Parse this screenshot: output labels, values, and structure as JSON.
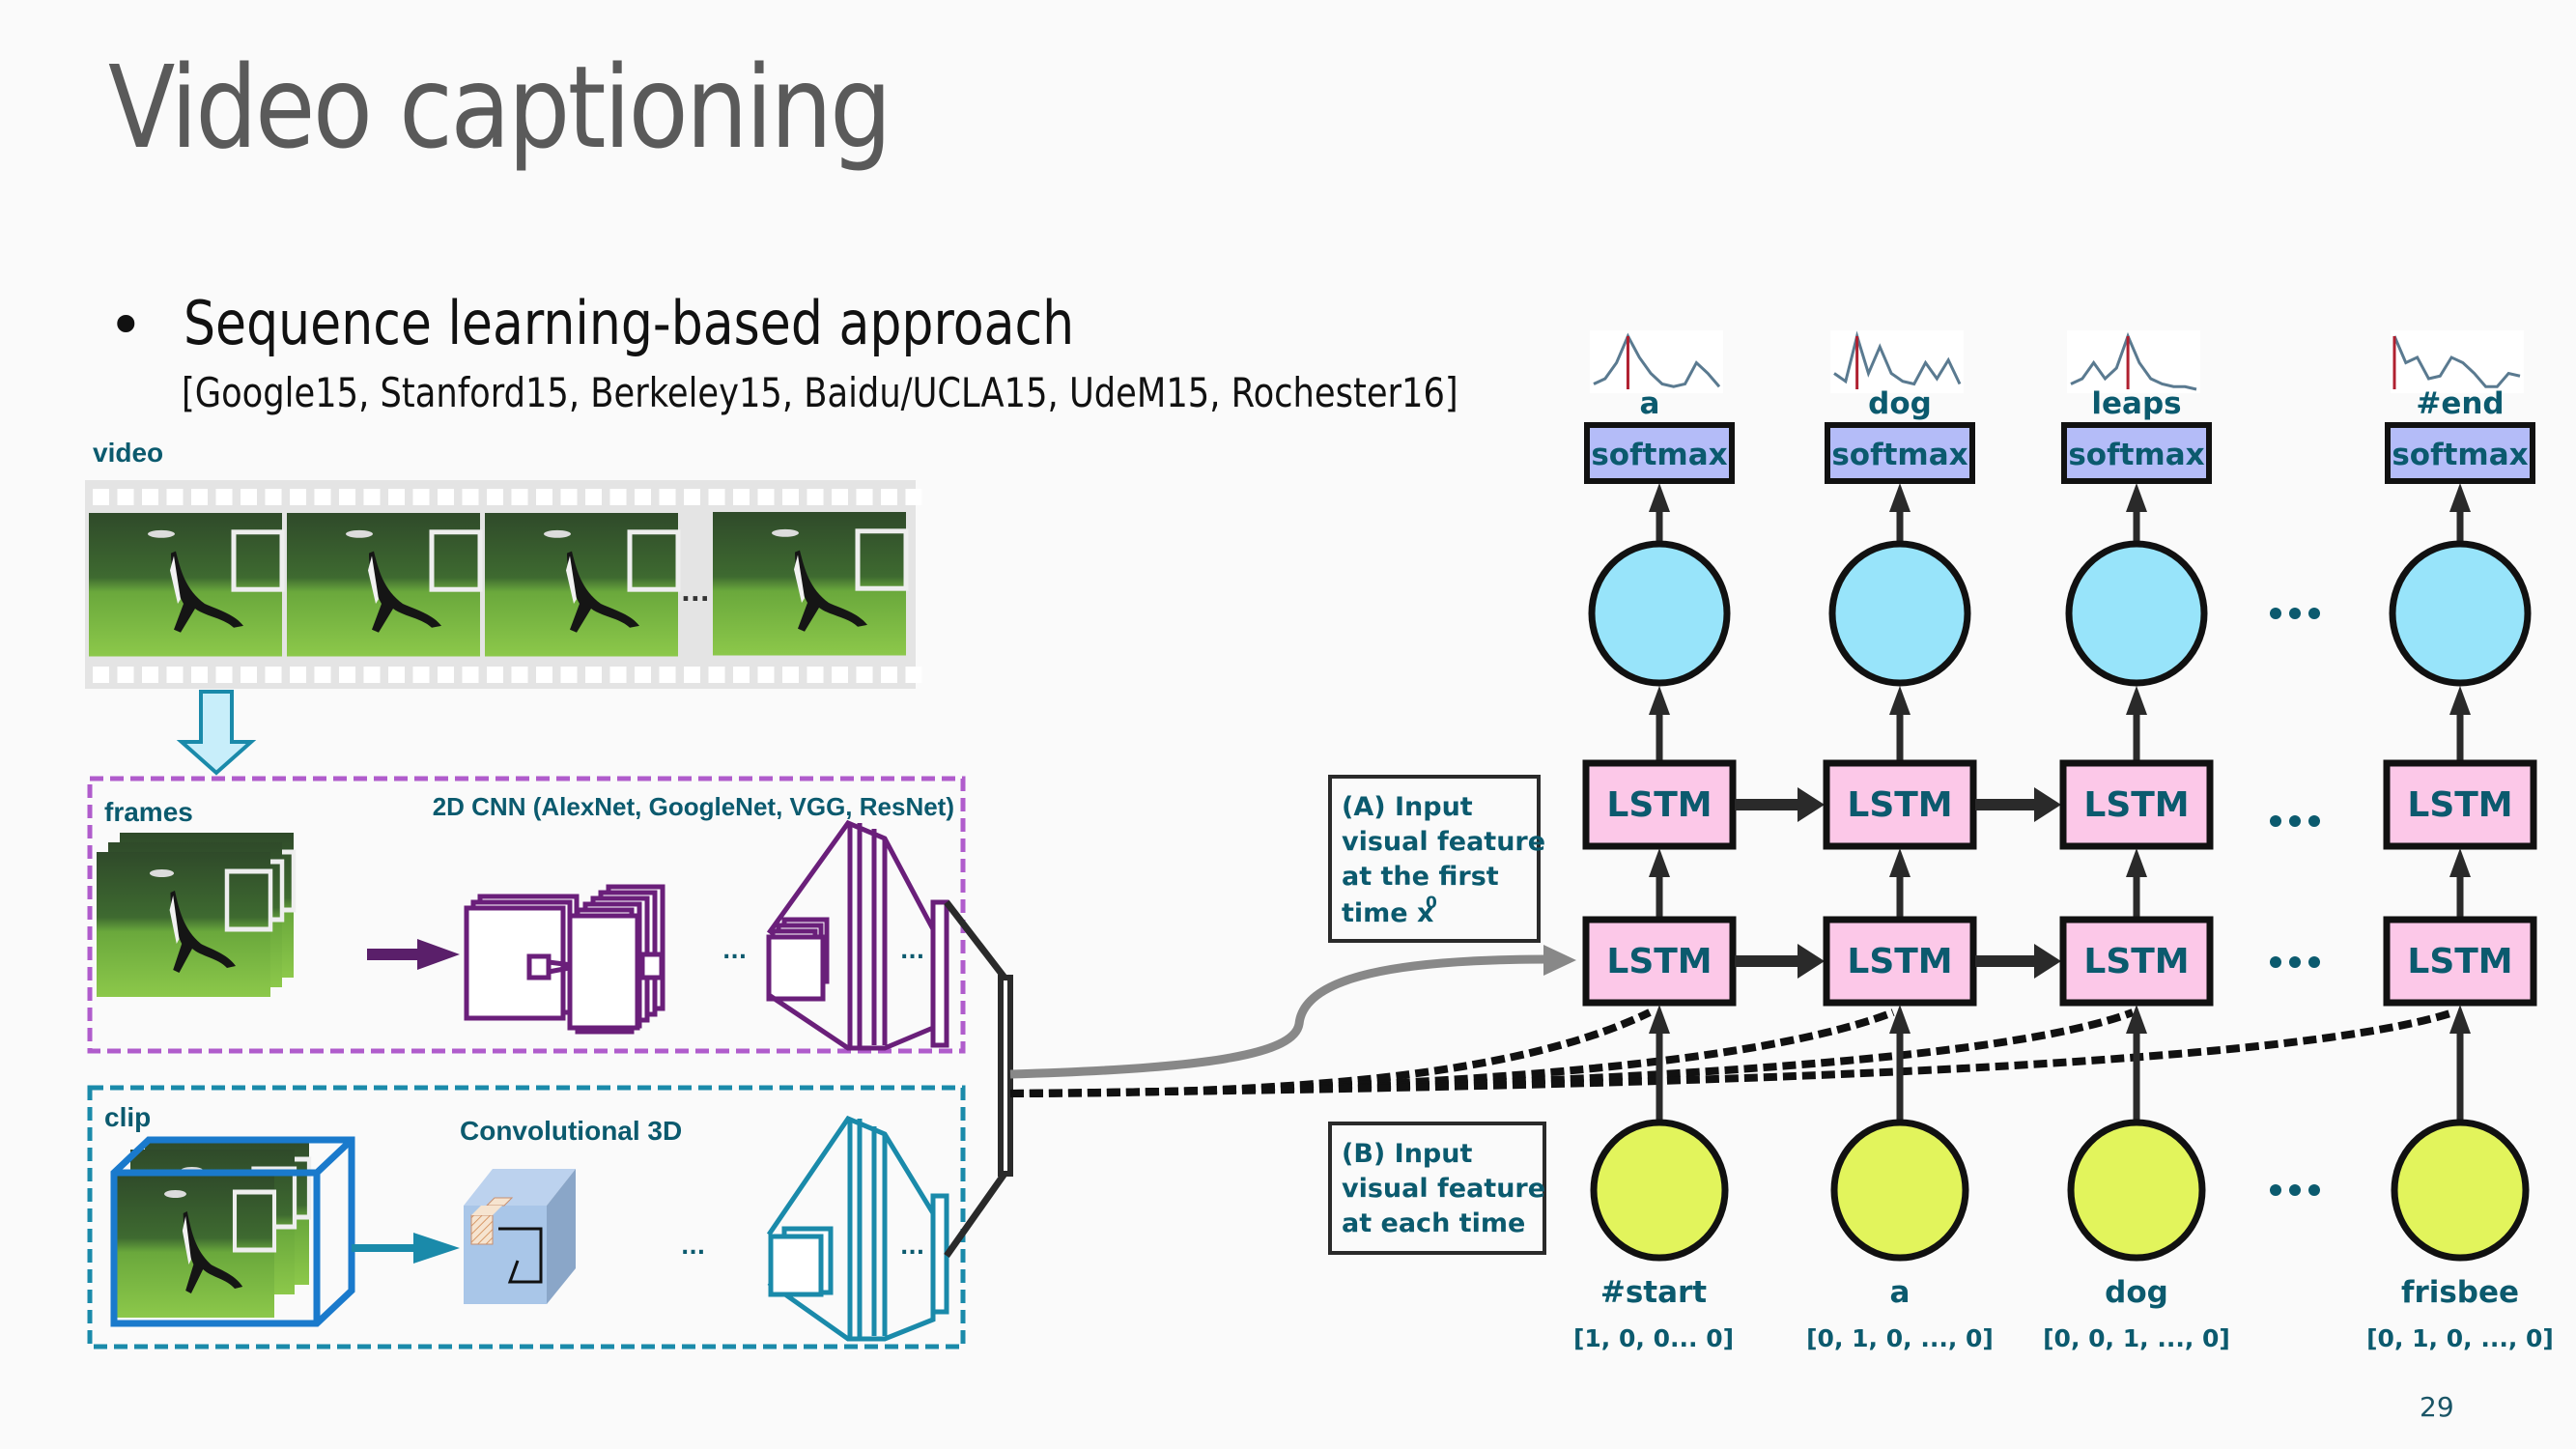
{
  "slide": {
    "title": "Video captioning",
    "bullet": "Sequence learning-based approach",
    "bullet_marker": "•",
    "references": "[Google15, Stanford15, Berkeley15, Baidu/UCLA15, UdeM15, Rochester16]",
    "page_number": "29"
  },
  "left_panel": {
    "video_label": "video",
    "film_ellipsis": "...",
    "frames_label": "frames",
    "cnn2d_label": "2D CNN (AlexNet, GoogleNet, VGG, ResNet)",
    "clip_label": "clip",
    "conv3d_label": "Convolutional 3D",
    "ellipsis": "...",
    "colors": {
      "frames_box": "#b05ccc",
      "cnn2d_stroke": "#6a1f7a",
      "clip_box": "#1a8aaa",
      "conv3d_stroke": "#1a8aaa",
      "cube_fill": "#a9c6e8",
      "arrow_fill": "#c8eefa"
    }
  },
  "annotations": {
    "a_title": "(A) Input",
    "a_line2": "visual feature",
    "a_line3": "at the first",
    "a_line4": "time x",
    "a_sup": "0",
    "b_title": "(B) Input",
    "b_line2": "visual feature",
    "b_line3": "at each time"
  },
  "decoder": {
    "softmax_label": "softmax",
    "lstm_label": "LSTM",
    "ellipsis": "• • •",
    "outputs": [
      "a",
      "dog",
      "leaps",
      "#end"
    ],
    "inputs": [
      "#start",
      "a",
      "dog",
      "frisbee"
    ],
    "input_vectors": [
      "[1, 0, 0... 0]",
      "[0, 1, 0, ..., 0]",
      "[0, 0, 1, ..., 0]",
      "[0, 1, 0, ..., 0]"
    ],
    "colors": {
      "softmax_fill": "#b4bcf8",
      "hidden_fill": "#98e4fa",
      "lstm_fill": "#fcc8e8",
      "input_fill": "#e2f45c",
      "text": "#0b5a6e",
      "peak_line": "#b02030",
      "curve": "#5a7a90"
    }
  }
}
